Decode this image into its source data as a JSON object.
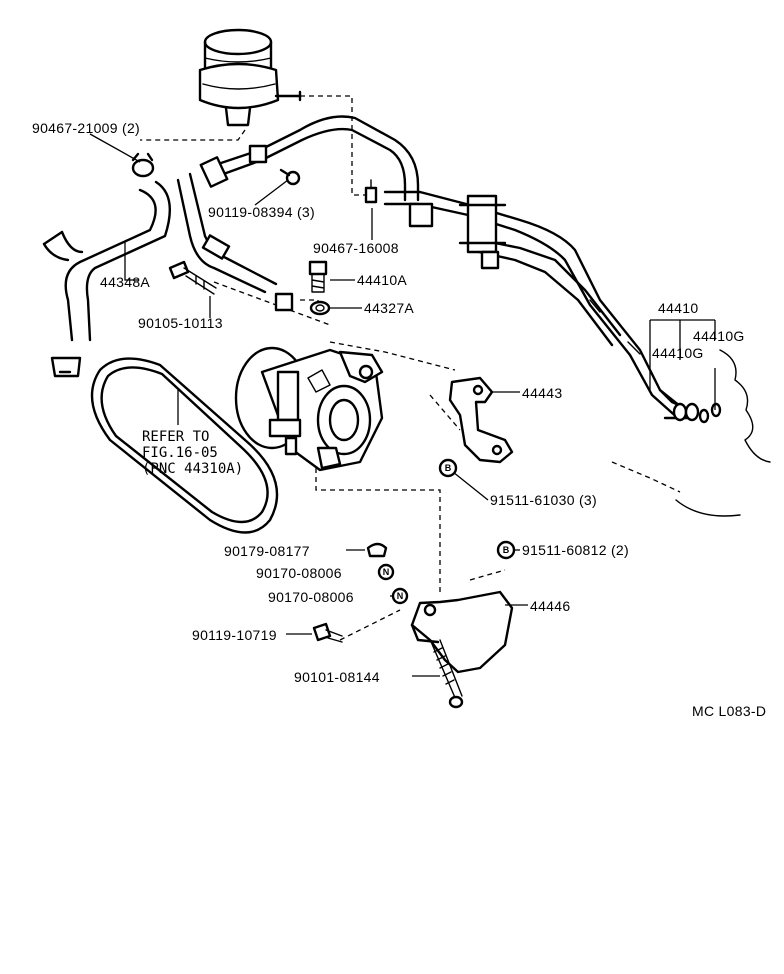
{
  "labels": {
    "clip_hose": "90467-21009 (2)",
    "bolt_reservoir": "90119-08394 (3)",
    "hose_return": "44348A",
    "clip_line": "90467-16008",
    "union_bolt": "44410A",
    "gasket": "44327A",
    "bolt_pump": "90105-10113",
    "pressure_tube": "44410",
    "tube_g": "44410G",
    "clamp_106": "44410G",
    "bracket_upper": "44443",
    "nut_upper": "91511-61030 (3)",
    "washer": "90179-08177",
    "nut_a": "90170-08006",
    "nut_b": "90170-08006",
    "nut_lower": "91511-60812 (2)",
    "bracket_lower": "44446",
    "bolt_small": "90119-10719",
    "stud": "90101-08144",
    "diagram_code": "MC L083-D"
  },
  "clamp_label_top": "44410G",
  "clamp_label_right": "44410G",
  "belt_note": [
    "REFER TO",
    "FIG.16-05",
    "(PNC 44310A)"
  ],
  "badges": {
    "b1": "B",
    "b2": "B",
    "n1": "N",
    "n2": "N"
  }
}
